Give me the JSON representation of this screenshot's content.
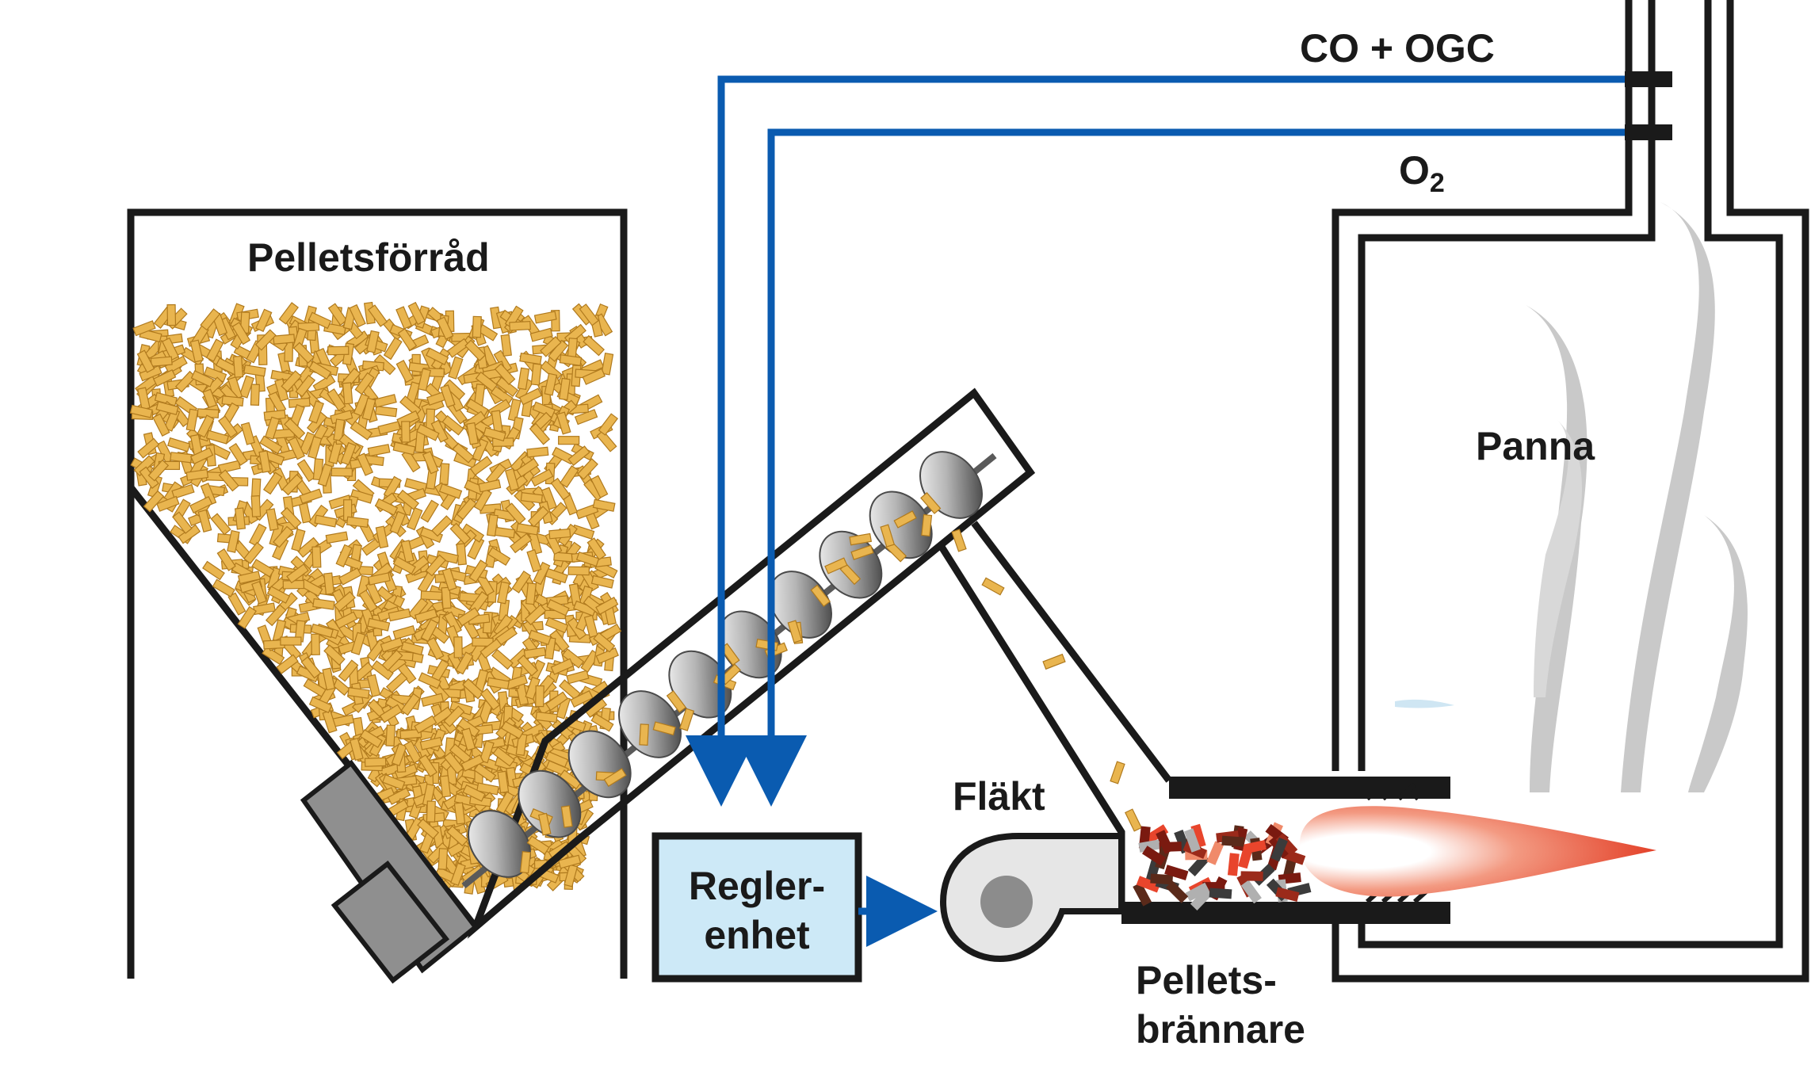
{
  "labels": {
    "storage": "Pelletsförråd",
    "control_line1": "Regler-",
    "control_line2": "enhet",
    "fan": "Fläkt",
    "burner_line1": "Pellets-",
    "burner_line2": "brännare",
    "boiler": "Panna",
    "co_ogc": "CO + OGC",
    "o2_main": "O",
    "o2_sub": "2"
  },
  "colors": {
    "outline": "#1a1a1a",
    "signal_line": "#0a5bb0",
    "control_box_fill": "#cde9f7",
    "pellet": "#e9b54f",
    "pellet_edge": "#b07a1e",
    "auger_metal": "#8c8c8c",
    "motor": "#8f8f8f",
    "fan_body": "#e6e6e6",
    "smoke": "#c9c9c9",
    "flame_outer": "#e8452c",
    "flame_inner": "#ffffff"
  }
}
